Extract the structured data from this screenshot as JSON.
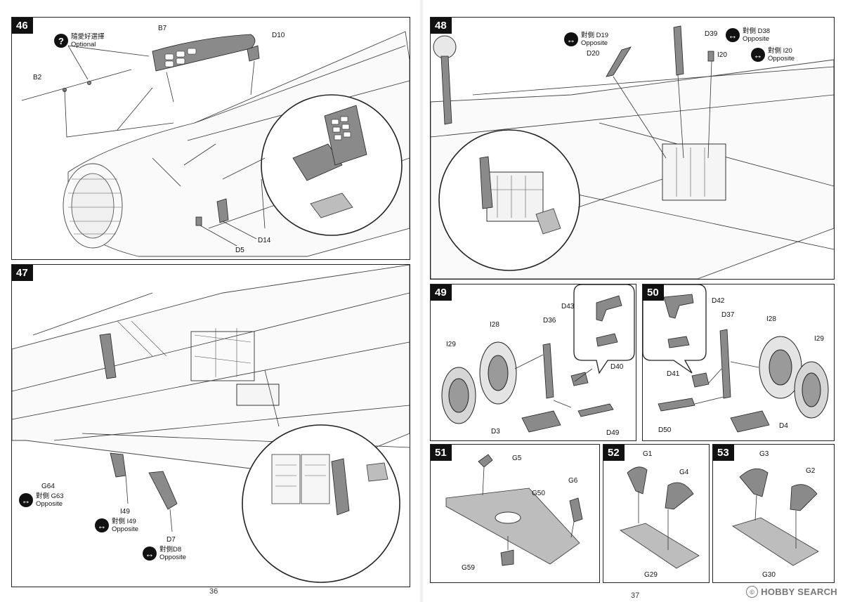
{
  "pages": {
    "left_number": "36",
    "right_number": "37"
  },
  "steps": {
    "s46": {
      "number": "46",
      "optional_cn": "隨愛好選擇",
      "optional_en": "Optional",
      "labels": {
        "b7": "B7",
        "d10": "D10",
        "b2": "B2",
        "d5": "D5",
        "d14": "D14"
      }
    },
    "s47": {
      "number": "47",
      "labels": {
        "g64": "G64",
        "i49": "I49",
        "d7": "D7"
      },
      "opp1_cn": "對側 G63",
      "opp1_en": "Opposite",
      "opp2_cn": "對側 I49",
      "opp2_en": "Opposite",
      "opp3_cn": "對側D8",
      "opp3_en": "Opposite"
    },
    "s48": {
      "number": "48",
      "labels": {
        "d20": "D20",
        "d39": "D39",
        "i20": "I20"
      },
      "opp1_cn": "對側 D19",
      "opp1_en": "Opposite",
      "opp2_cn": "對側 D38",
      "opp2_en": "Opposite",
      "opp3_cn": "對側 I20",
      "opp3_en": "Opposite"
    },
    "s49": {
      "number": "49",
      "labels": {
        "d43": "D43",
        "i28": "I28",
        "d36": "D36",
        "i29": "I29",
        "d40": "D40",
        "d3": "D3",
        "d49": "D49"
      }
    },
    "s50": {
      "number": "50",
      "labels": {
        "d42": "D42",
        "d37": "D37",
        "i28": "I28",
        "i29": "I29",
        "d41": "D41",
        "d50": "D50",
        "d4": "D4"
      }
    },
    "s51": {
      "number": "51",
      "labels": {
        "g5": "G5",
        "g50": "G50",
        "g6": "G6",
        "g59": "G59"
      }
    },
    "s52": {
      "number": "52",
      "labels": {
        "g1": "G1",
        "g4": "G4",
        "g29": "G29"
      }
    },
    "s53": {
      "number": "53",
      "labels": {
        "g3": "G3",
        "g2": "G2",
        "g30": "G30"
      }
    }
  },
  "watermark": {
    "text": "HOBBY SEARCH",
    "mark": "©"
  },
  "icons": {
    "optional": "question-icon",
    "opposite": "double-arrow-icon"
  }
}
